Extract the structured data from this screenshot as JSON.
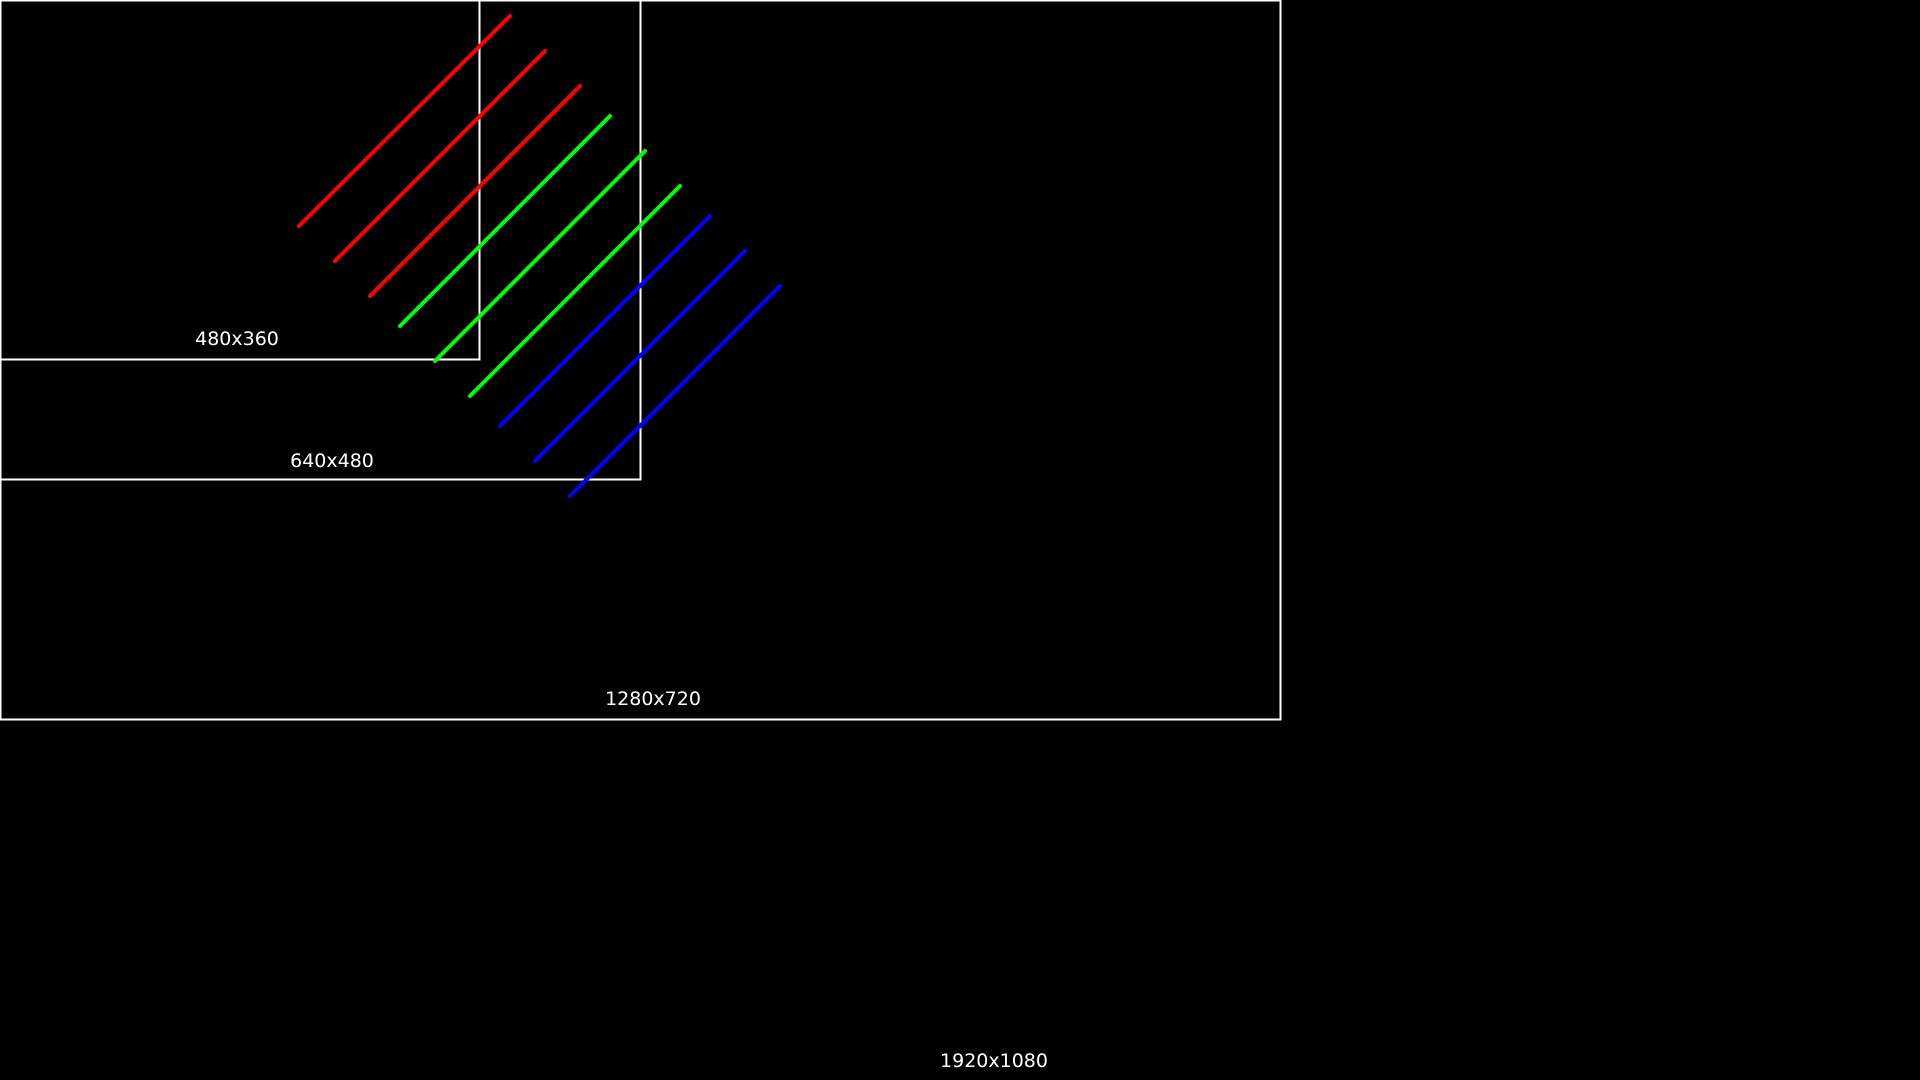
{
  "resolutions": [
    {
      "label": "480x360",
      "width": 480,
      "height": 360
    },
    {
      "label": "640x480",
      "width": 640,
      "height": 480
    },
    {
      "label": "1280x720",
      "width": 1280,
      "height": 720
    },
    {
      "label": "1920x1080",
      "width": 1920,
      "height": 1080
    }
  ],
  "colors": {
    "background": "#000000",
    "frame": "#ffffff",
    "label": "#ffffff",
    "red_lines": "#ff0000",
    "green_lines": "#00ff00",
    "blue_lines": "#0000ff"
  },
  "line_groups": [
    {
      "color": "red",
      "count": 3,
      "style": "dotted"
    },
    {
      "color": "green",
      "count": 3,
      "style": "dotted"
    },
    {
      "color": "blue",
      "count": 3,
      "style": "solid"
    }
  ]
}
